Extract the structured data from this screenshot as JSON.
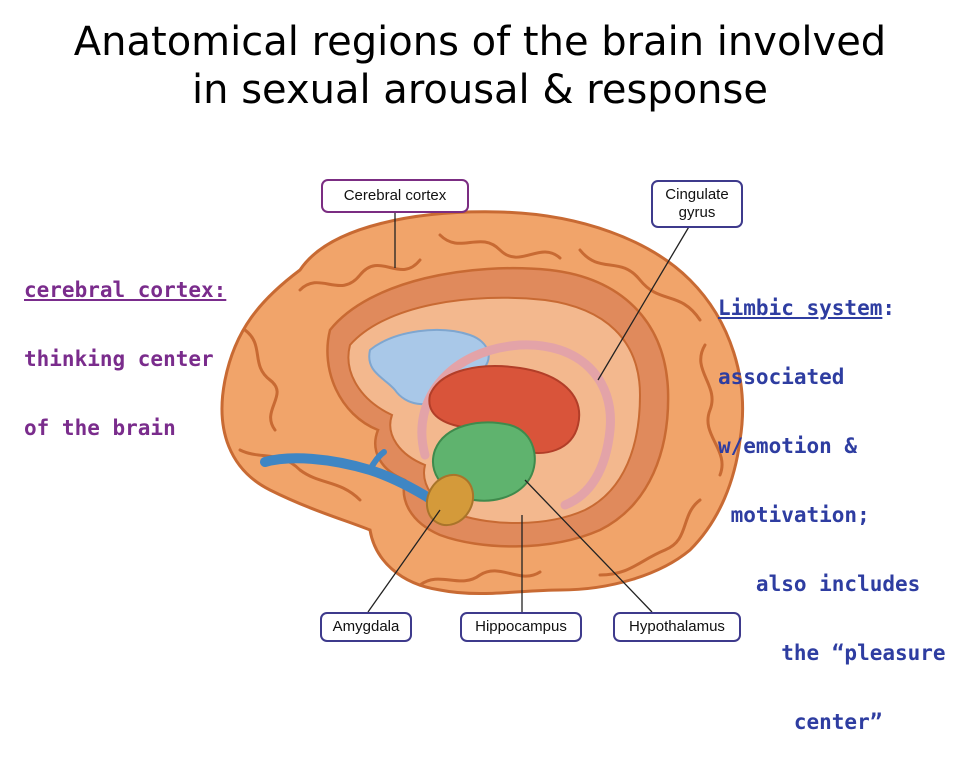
{
  "title": {
    "line1": "Anatomical regions of the brain involved",
    "line2": "in sexual arousal & response"
  },
  "cortex_note": {
    "heading": "cerebral cortex:",
    "line2": "thinking center",
    "line3": "of the brain",
    "color": "#7a2c8c"
  },
  "limbic_note": {
    "heading": "Limbic system",
    "heading_suffix": ":",
    "line2": "associated",
    "line3": "w/emotion &",
    "line4": " motivation;",
    "line5": "   also includes",
    "line6": "     the “pleasure",
    "line7": "      center”",
    "color": "#2e3da1"
  },
  "labels": {
    "cerebral_cortex": "Cerebral cortex",
    "cingulate_gyrus_1": "Cingulate",
    "cingulate_gyrus_2": "gyrus",
    "amygdala": "Amygdala",
    "hippocampus": "Hippocampus",
    "hypothalamus": "Hypothalamus"
  },
  "colors": {
    "cortex": "#f1a46a",
    "cortex_dark": "#c86a33",
    "cingulate": "#e08a5c",
    "ventricle": "#a9c8e8",
    "corpus_callosum": "#d9543a",
    "hypothalamus": "#5fb36e",
    "amygdala": "#d49a3a",
    "olfactory": "#3f86c4",
    "fornix": "#e3a3a8"
  }
}
